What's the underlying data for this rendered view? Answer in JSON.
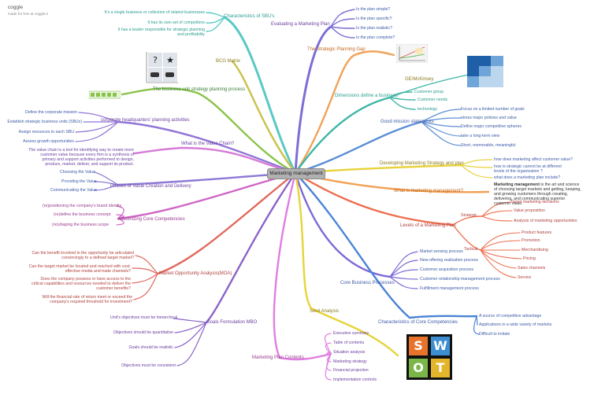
{
  "header": {
    "brand": "coggle",
    "tagline": "made for free at coggle.it"
  },
  "center": "Marketing management",
  "branches": {
    "sbu": {
      "title": "Characteristics of SBU's",
      "items": [
        "It's a single business or collection of related businesses",
        "It has its own set of competitors",
        "It has a leader responsible for strategic planning and profitability"
      ]
    },
    "eval_plan": {
      "title": "Evaluating a Marketing Plan",
      "items": [
        "Is the plan simple?",
        "Is the plan specific?",
        "Is the plan realistic?",
        "Is the plan complete?"
      ]
    },
    "gap": {
      "title": "The Strategic Planning Gap"
    },
    "bcg": {
      "title": "BCG Matrix"
    },
    "ge": {
      "title": "GE/McKinsey"
    },
    "bu_plan": {
      "title": "The business unit strategy planning process"
    },
    "dims": {
      "title": "Dimensions define a business",
      "items": [
        "Customer group",
        "Customer needs",
        "technology"
      ]
    },
    "hq": {
      "title": "corporate headquarters' planning activities",
      "items": [
        "Define the corporate mission",
        "Establish strategic business units (SBUs)",
        "Assign resources to each SBU",
        "Assess growth opportunities"
      ]
    },
    "mission": {
      "title": "Good mission statements",
      "items": [
        "Focus on a limited number of goals",
        "stress major policies and value",
        "Define major competitive spheres",
        "take a long-term view",
        "Short, memorable, meaningful"
      ]
    },
    "value_chain": {
      "title": "What is the Value Chain?",
      "desc": "The value chain is a tool for identifying way to create more customer value because every firm is a synthesis of primary and support activities performed to design, produce, market, deliver, and support its product."
    },
    "dev_strategy": {
      "title": "Developing Marketing Strategy and plan",
      "items": [
        "how does marketing affect customer value?",
        "how is strategic cannot be at different levels of the organization ?",
        "what does a marketing plan include?"
      ]
    },
    "phases": {
      "title": "Phases of Value Creation and Delivery",
      "items": [
        "Choosing the Value",
        "Providing the Value",
        "Communicating the Value"
      ]
    },
    "what_mm": {
      "title": "What is marketing management?",
      "def_strong": "Marketing management",
      "def_rest": " is the art and science of choosing target markets and getting, keeping, and growing customers through creating, delivering, and communicating superior customer value."
    },
    "max_comp": {
      "title": "Maximizing Core Competencies",
      "items": [
        "(re)positioning the company's brand identity",
        "(re)define the business concept",
        "(re)shaping the business scope"
      ]
    },
    "levels": {
      "title": "Levels of a Marketing Plan",
      "strategic": "Strategic",
      "strategic_items": [
        "Target marketing decisions",
        "Value proposition",
        "Analysis of marketing opportunities"
      ],
      "tactical": "Tactical",
      "tactical_items": [
        "Product features",
        "Promotion",
        "Merchandising",
        "Pricing",
        "Sales channels",
        "Service"
      ]
    },
    "moa": {
      "title": "Market Opportunity Analysis(MOA)",
      "items": [
        "Can the benefit involved in the opportunity be articulated convincingly to a defined target market?",
        "Can the target market be located and reached with cost-effective media and trade channels?",
        "Does the company possess or have access to the critical capabilities and resources needed to deliver the customer benefits?",
        "Will the financial rate of return meet or exceed the company's required threshold for investment?"
      ]
    },
    "core_proc": {
      "title": "Core Business Processes",
      "items": [
        "Market sensing process",
        "New-offering realization process",
        "Customer acquisition process",
        "Customer relationship management process",
        "Fulfillment management process"
      ]
    },
    "char_core": {
      "title": "Characteristics of Core Competencies",
      "items": [
        "A source of competitive advantage",
        "Applications in a wide variety of markets",
        "Difficult to imitate"
      ]
    },
    "goals": {
      "title": "Goals Formulation MBO",
      "items": [
        "Unit's objectives must be hierarchical",
        "Objectives should be quantitative",
        "Goals should be realistic",
        "Objectives must be consistent"
      ]
    },
    "swot": {
      "title": "Swot Analysis",
      "letters": [
        "S",
        "W",
        "O",
        "T"
      ],
      "colors": [
        "#e8732a",
        "#3c8ed0",
        "#7ab648",
        "#e3b52a"
      ]
    },
    "plan_contents": {
      "title": "Marketing Plan Contents",
      "items": [
        "Executive summary",
        "Table of contents",
        "Situation analysis",
        "Marketing strategy",
        "Financial projection",
        "Implementation controls"
      ]
    }
  }
}
